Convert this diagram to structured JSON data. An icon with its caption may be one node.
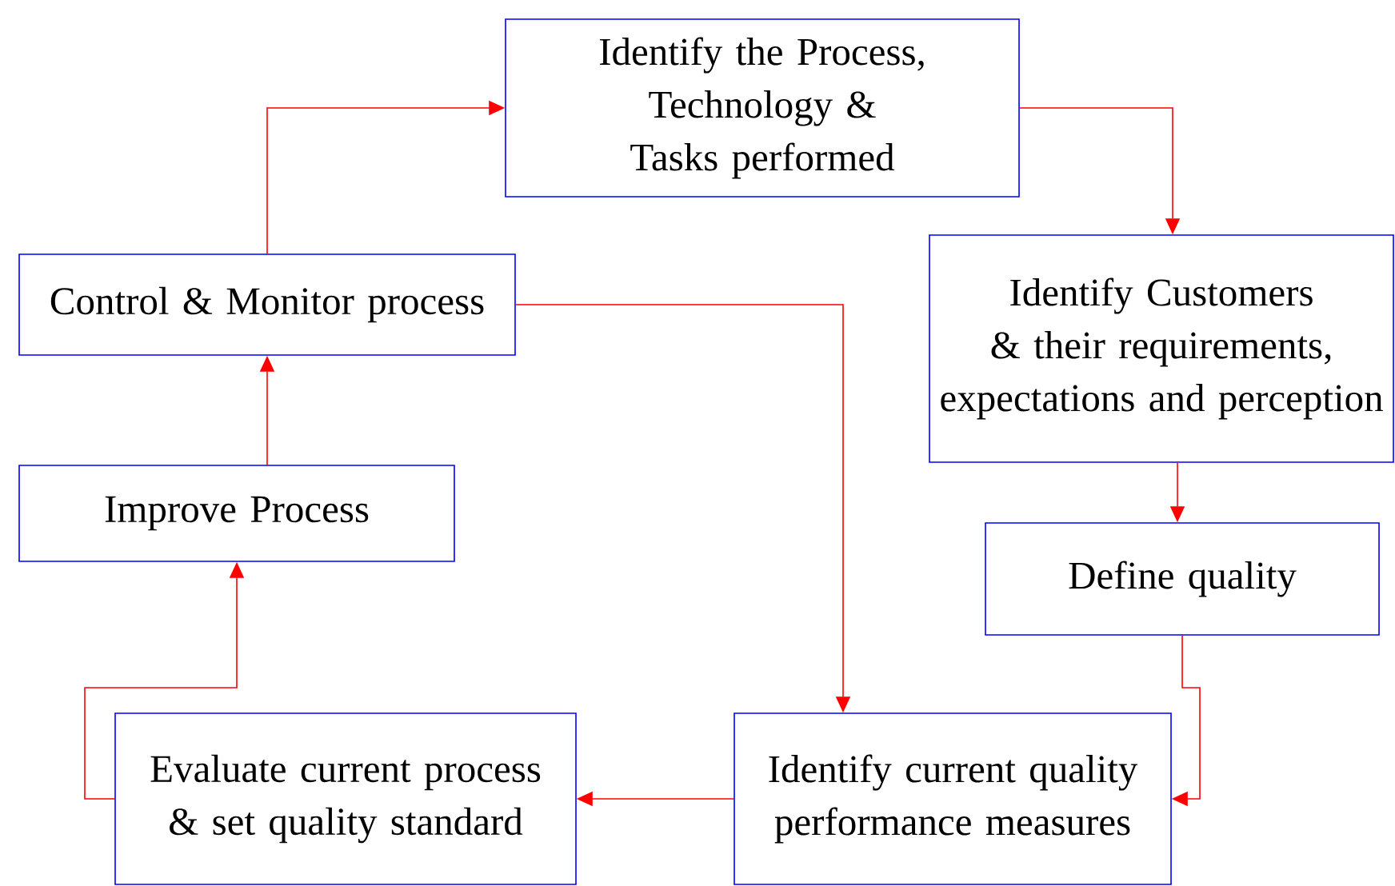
{
  "diagram": {
    "nodes": [
      {
        "text": [
          "Identify the Process, Technology & Tasks performed"
        ]
      },
      {
        "text": [
          "Identify Customers & their requirements, expectations and perception"
        ]
      },
      {
        "text": [
          "Define quality"
        ]
      },
      {
        "text": [
          "Identify current quality performance measures"
        ]
      },
      {
        "text": [
          "Evaluate current process & set quality standard"
        ]
      },
      {
        "text": [
          "Improve Process"
        ]
      },
      {
        "text": [
          "Control & Monitor process"
        ]
      }
    ],
    "edges": [
      {
        "from": 6,
        "to": 0,
        "arrow": "to"
      },
      {
        "from": 0,
        "to": 1,
        "arrow": "to"
      },
      {
        "from": 1,
        "to": 2,
        "arrow": "to"
      },
      {
        "from": 2,
        "to": 3,
        "arrow": "to"
      },
      {
        "from": 3,
        "to": 4,
        "arrow": "to"
      },
      {
        "from": 4,
        "to": 5,
        "arrow": "to"
      },
      {
        "from": 5,
        "to": 6,
        "arrow": "to"
      },
      {
        "from": 6,
        "to": 3,
        "arrow": "to"
      }
    ]
  }
}
